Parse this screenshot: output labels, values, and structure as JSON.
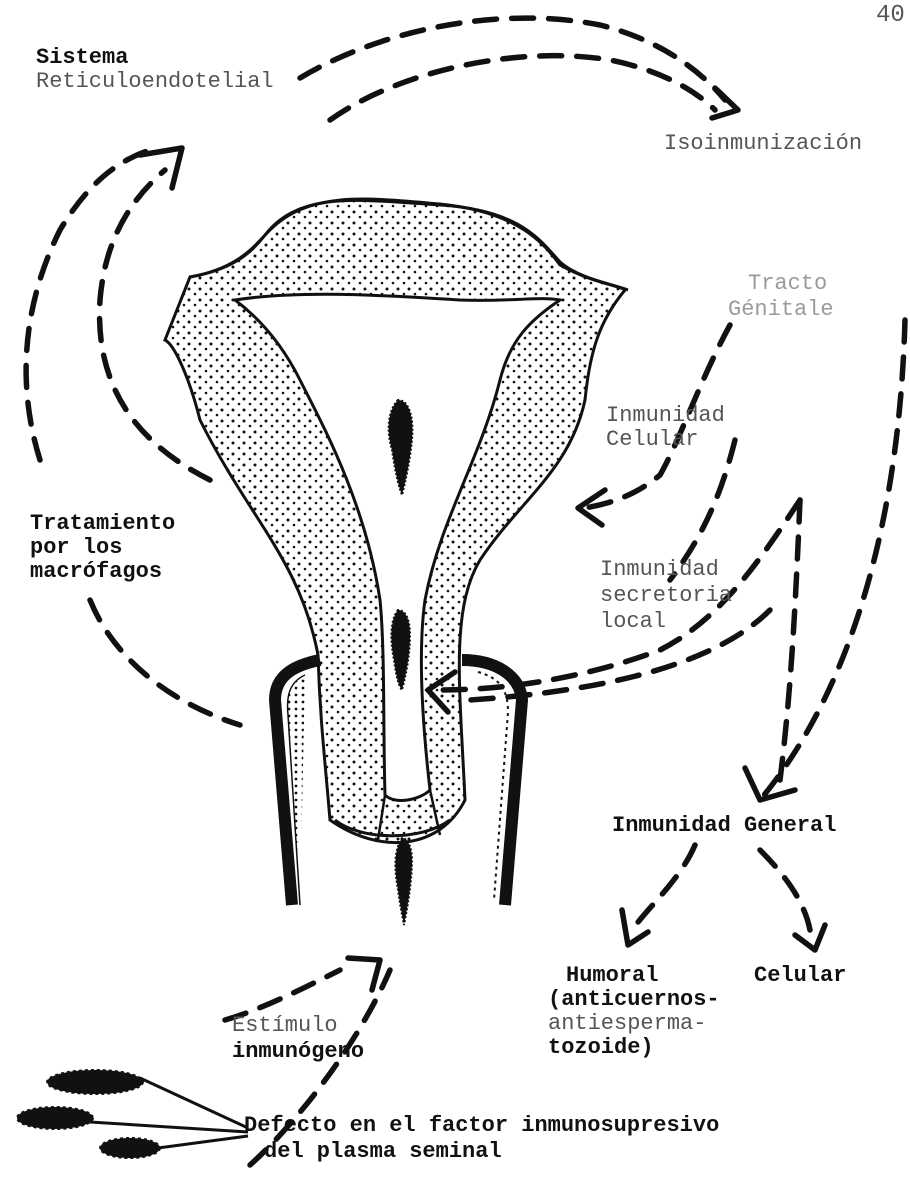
{
  "page_number": "40",
  "labels": {
    "reticulo_line1": "Sistema",
    "reticulo_line2": "Reticuloendotelial",
    "isoinmunizacion": "Isoinmunización",
    "tracto_line1": "Tracto",
    "tracto_line2": "Génitale",
    "inmunidad_celular_line1": "Inmunidad",
    "inmunidad_celular_line2": "Celular",
    "tratamiento_line1": "Tratamiento",
    "tratamiento_line2": "por los",
    "tratamiento_line3": "macrófagos",
    "secretoria_line1": "Inmunidad",
    "secretoria_line2": "secretoria",
    "secretoria_line3": "local",
    "general": "Inmunidad General",
    "humoral_line1": "Humoral",
    "humoral_line2": "(anticuernos-",
    "humoral_line3": "antiesperma-",
    "humoral_line4": "tozoide)",
    "celular": "Celular",
    "estimulo_line1": "Estímulo",
    "estimulo_line2": "inmunógeno",
    "defecto_line1": "Defecto en el factor inmunosupresivo",
    "defecto_line2": "del plasma seminal"
  },
  "colors": {
    "ink": "#111111",
    "paper": "#ffffff"
  }
}
